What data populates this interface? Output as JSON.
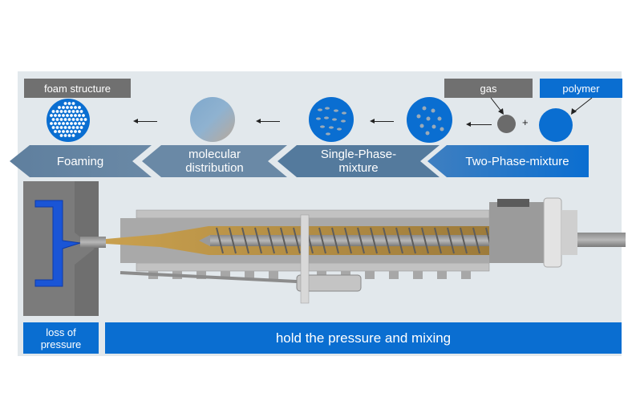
{
  "labels": {
    "foam_structure": "foam structure",
    "gas": "gas",
    "polymer": "polymer",
    "plus": "+"
  },
  "stages": [
    {
      "label": "Foaming"
    },
    {
      "label": "molecular\ndistribution"
    },
    {
      "label": "Single-Phase-\nmixture"
    },
    {
      "label": "Two-Phase-mixture"
    }
  ],
  "bottom": {
    "loss_of_pressure": "loss of\npressure",
    "hold_pressure": "hold the pressure and mixing"
  },
  "colors": {
    "blue": "#0a6ed1",
    "gray": "#707070",
    "panel": "#e2e8ec"
  }
}
